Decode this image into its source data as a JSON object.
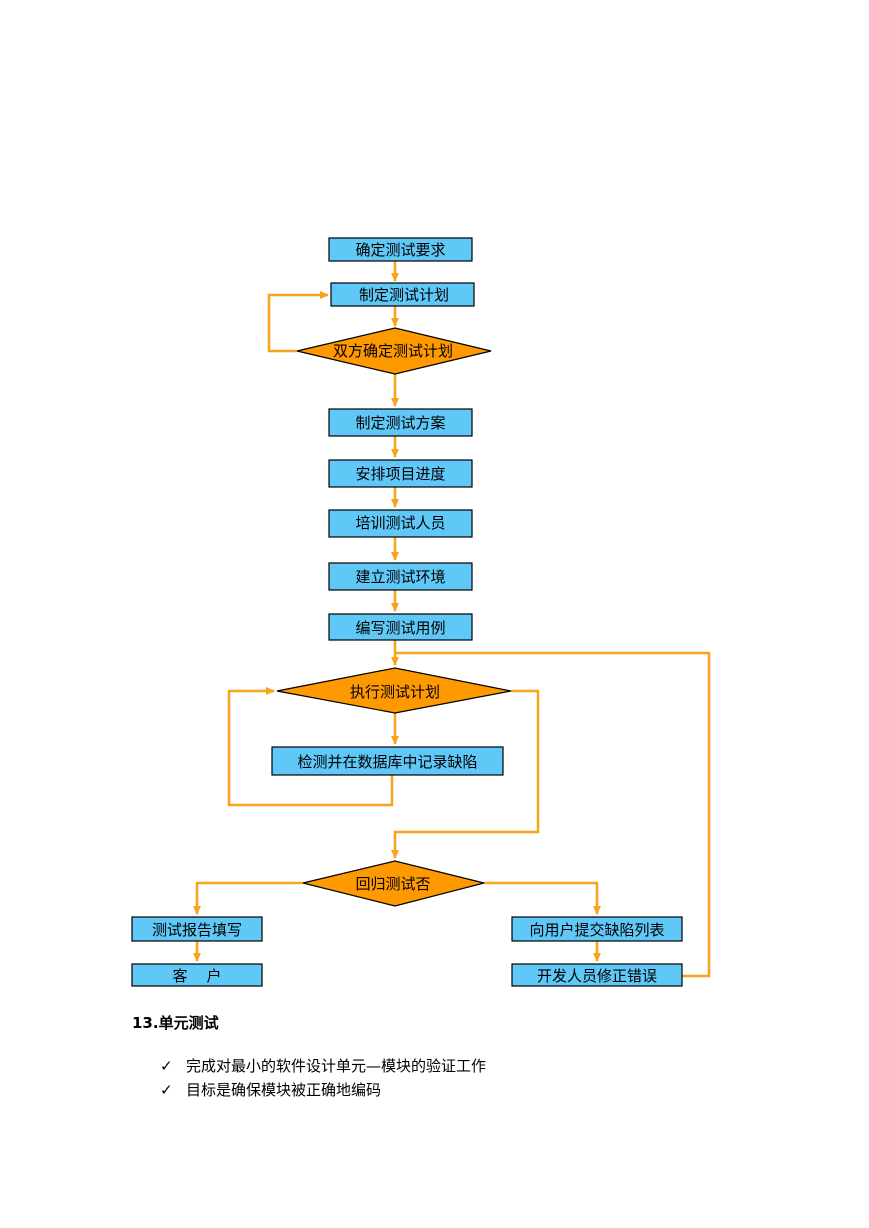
{
  "flowchart": {
    "nodes": {
      "confirm_req": "确定测试要求",
      "make_plan": "制定测试计划",
      "agree_plan": "双方确定测试计划",
      "make_scheme": "制定测试方案",
      "schedule": "安排项目进度",
      "train": "培训测试人员",
      "build_env": "建立测试环境",
      "write_cases": "编写测试用例",
      "execute_plan": "执行测试计划",
      "detect_record": "检测并在数据库中记录缺陷",
      "regression": "回归测试否",
      "report": "测试报告填写",
      "customer": "客    户",
      "submit_defects": "向用户提交缺陷列表",
      "dev_fix": "开发人员修正错误"
    },
    "colors": {
      "box_fill": "#5fc8f7",
      "diamond_fill": "#ff9900",
      "arrow": "#f7a31c",
      "border": "#000000"
    }
  },
  "section": {
    "heading": "13.单元测试",
    "check_glyph": "✓",
    "bullets": [
      "完成对最小的软件设计单元—模块的验证工作",
      "目标是确保模块被正确地编码"
    ]
  }
}
